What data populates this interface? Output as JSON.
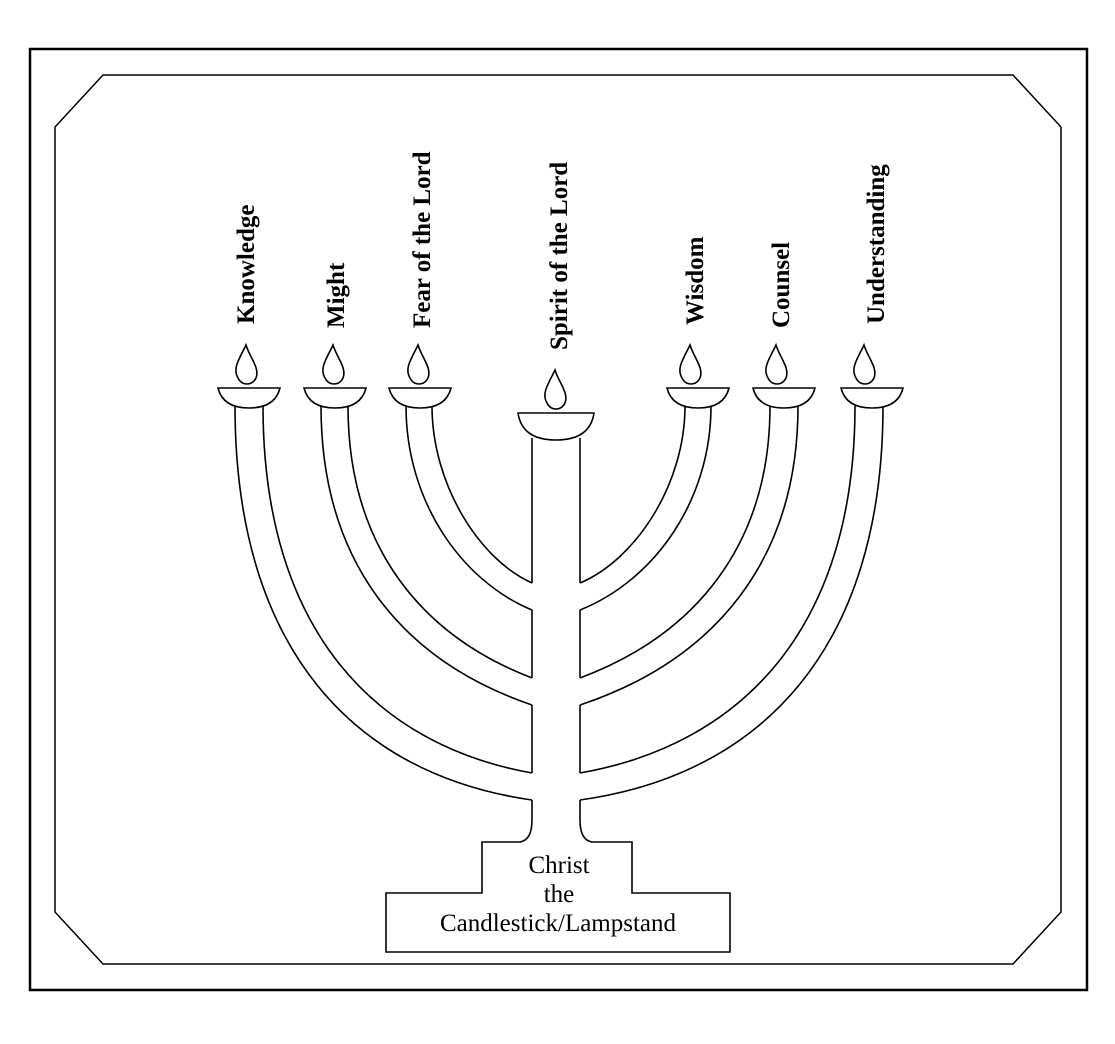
{
  "diagram": {
    "lamps": [
      {
        "id": "knowledge",
        "label": "Knowledge"
      },
      {
        "id": "might",
        "label": "Might"
      },
      {
        "id": "fear",
        "label": "Fear of the Lord"
      },
      {
        "id": "spirit",
        "label": "Spirit of the Lord"
      },
      {
        "id": "wisdom",
        "label": "Wisdom"
      },
      {
        "id": "counsel",
        "label": "Counsel"
      },
      {
        "id": "understanding",
        "label": "Understanding"
      }
    ],
    "base": {
      "lines": [
        "Christ",
        "the",
        "Candlestick/Lampstand"
      ]
    },
    "colors": {
      "ink": "#000000",
      "background": "#ffffff"
    }
  }
}
